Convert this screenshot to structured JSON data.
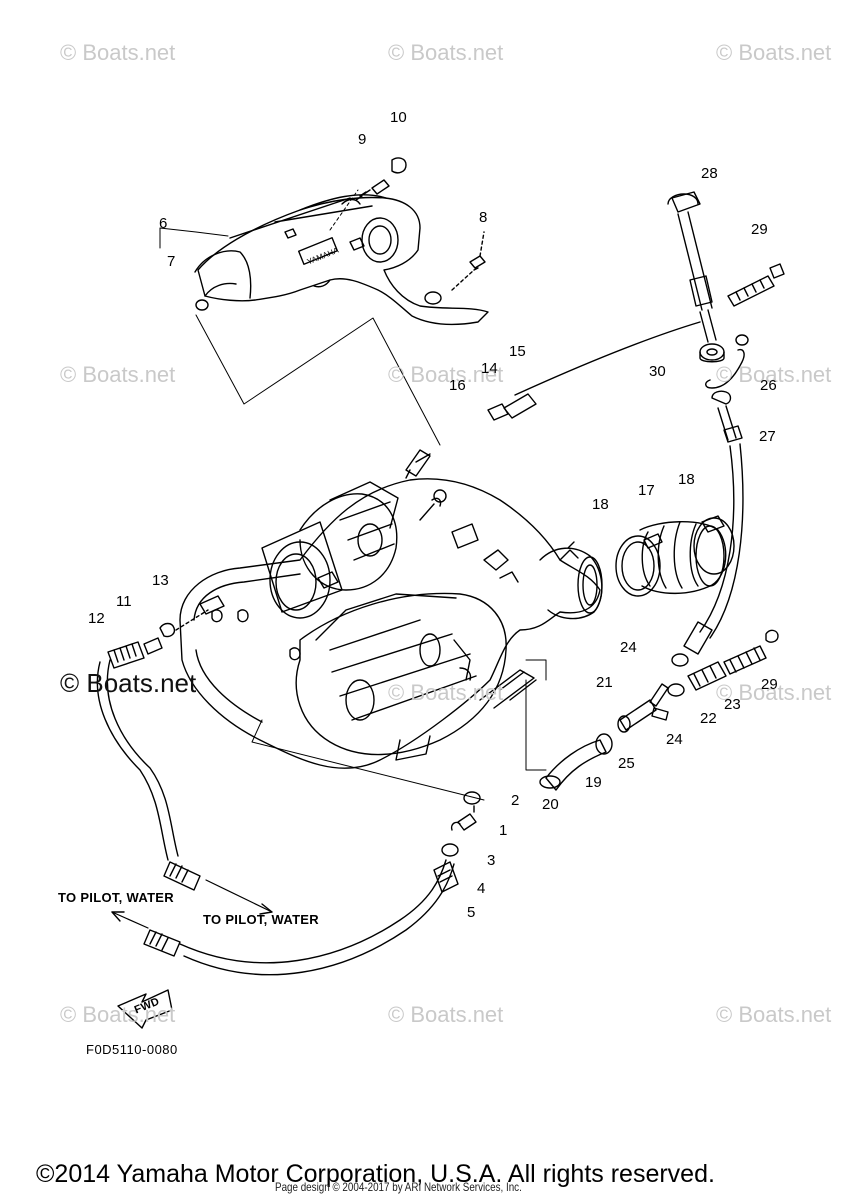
{
  "watermark": "© Boats.net",
  "brand_watermark": "© Boats.net",
  "callouts": [
    "1",
    "2",
    "3",
    "4",
    "5",
    "6",
    "7",
    "8",
    "9",
    "10",
    "11",
    "12",
    "13",
    "14",
    "15",
    "16",
    "17",
    "18",
    "18",
    "19",
    "20",
    "21",
    "22",
    "23",
    "24",
    "24",
    "25",
    "26",
    "27",
    "28",
    "29",
    "29",
    "30"
  ],
  "labels": {
    "to_pilot_left": "TO PILOT, WATER",
    "to_pilot_right": "TO PILOT, WATER",
    "fwd": "FWD",
    "part_yamaha": "YAMAHA"
  },
  "figure_code": "F0D5110-0080",
  "copyright": "©2014 Yamaha Motor Corporation, U.S.A. All rights reserved.",
  "page_design": "Page design © 2004-2017 by ARI Network Services, Inc."
}
